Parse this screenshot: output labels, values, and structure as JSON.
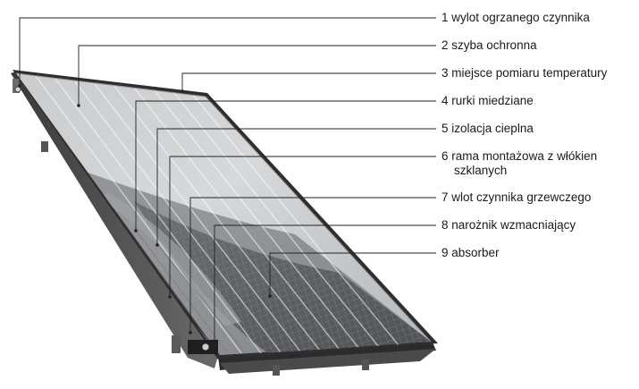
{
  "labels": [
    {
      "number": "1",
      "text": "wylot ogrzanego czynnika"
    },
    {
      "number": "2",
      "text": "szyba ochronna"
    },
    {
      "number": "3",
      "text": "miejsce pomiaru temperatury"
    },
    {
      "number": "4",
      "text": "rurki miedziane"
    },
    {
      "number": "5",
      "text": "izolacja cieplna"
    },
    {
      "number": "6",
      "text": "rama montażowa z włókien",
      "text2": "szklanych"
    },
    {
      "number": "7",
      "text": "wlot czynnika grzewczego"
    },
    {
      "number": "8",
      "text": "narożnik wzmacniający"
    },
    {
      "number": "9",
      "text": "absorber"
    }
  ]
}
